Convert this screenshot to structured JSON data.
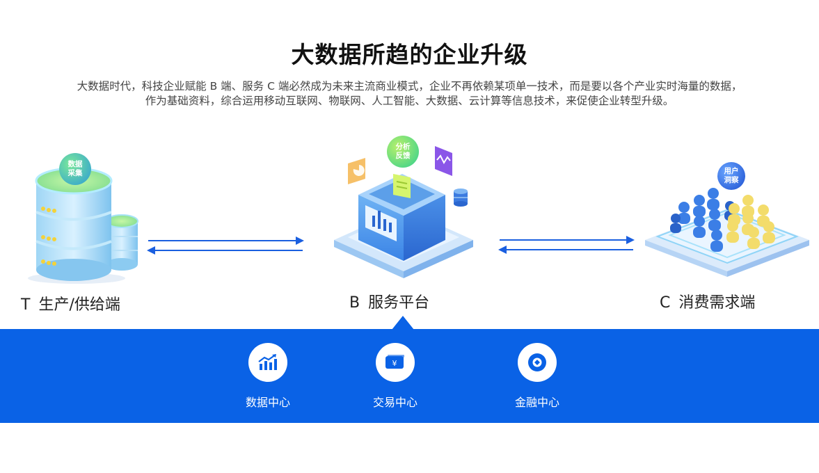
{
  "title": "大数据所趋的企业升级",
  "description": {
    "line1": "大数据时代，科技企业赋能 B 端、服务 C 端必然成为未来主流商业模式，企业不再依赖某项单一技术，而是要以各个产业实时海量的数据，",
    "line2": "作为基础资料，综合运用移动互联网、物联网、人工智能、大数据、云计算等信息技术，来促使企业转型升级。"
  },
  "nodes": [
    {
      "letter": "T",
      "label": "生产/供给端",
      "badge": "数据采集",
      "icon": "database-server-icon"
    },
    {
      "letter": "B",
      "label": "服务平台",
      "badge": "分析反馈",
      "icon": "platform-cube-icon"
    },
    {
      "letter": "C",
      "label": "消费需求端",
      "badge": "用户洞察",
      "icon": "user-crowd-icon"
    }
  ],
  "centers": [
    {
      "label": "数据中心",
      "icon": "bar-chart-trend-icon"
    },
    {
      "label": "交易中心",
      "icon": "yuan-card-icon"
    },
    {
      "label": "金融中心",
      "icon": "coin-icon"
    }
  ],
  "colors": {
    "band": "#0a62e6",
    "arrow": "#1a5fe0",
    "badge_green": "#4fcf7a",
    "badge_blue": "#2c6fe8"
  }
}
